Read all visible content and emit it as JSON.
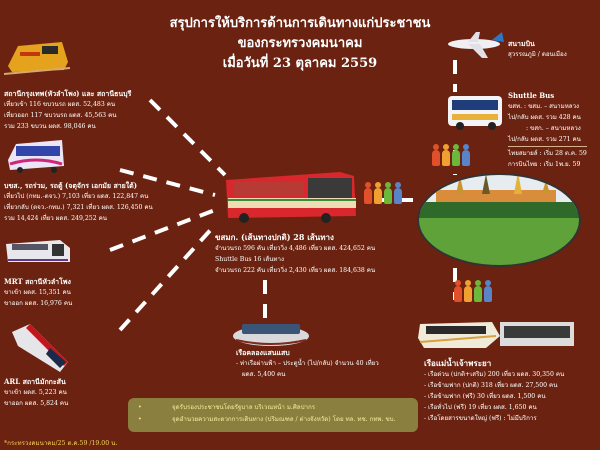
{
  "title": {
    "line1": "สรุปการให้บริการด้านการเดินทางแก่ประชาชน",
    "line2": "ของกระทรวงคมนาคม",
    "line3": "เมื่อวันที่ 23 ตุลาคม 2559"
  },
  "colors": {
    "background": "#6b2210",
    "note_box": "#8a7f3f",
    "note_text": "#f3eb9b",
    "footer_text": "#f2d35a",
    "people": [
      "#e0502a",
      "#f0a030",
      "#6cb83a",
      "#5a84c8"
    ]
  },
  "train": {
    "icon": "train-icon",
    "heading": "สถานีกรุงเทพ(หัวลำโพง) และ สถานีธนบุรี",
    "lines": [
      "เที่ยวเข้า 116 ขบวนรถ ผดส. 52,483 คน",
      "เที่ยวออก 117 ขบวนรถ ผดส. 45,563 คน",
      "รวม 233 ขบวน ผดส. 98,046 คน"
    ]
  },
  "intercity_bus": {
    "icon": "coach-bus-icon",
    "heading": "บขส., รถร่วม, รถตู้ (จตุจักร เอกมัย สายใต้)",
    "lines": [
      "เที่ยวไป (กทม.-ตจว.) 7,103 เที่ยว ผดส. 122,847 คน",
      "เที่ยวกลับ (ตจว.-กทม.) 7,321 เที่ยว ผดส. 126,450 คน",
      "รวม 14,424 เที่ยว ผดส. 249,252 คน"
    ]
  },
  "mrt": {
    "icon": "subway-train-icon",
    "heading": "MRT สถานีหัวลำโพง",
    "lines": [
      "ขาเข้า ผดส. 15,351 คน",
      "ขาออก ผดส. 16,976 คน"
    ]
  },
  "arl": {
    "icon": "airport-rail-link-icon",
    "heading": "ARL สถานีมักกะสัน",
    "lines": [
      "ขาเข้า ผดส. 5,223 คน",
      "ขาออก ผดส. 5,824 คน"
    ]
  },
  "bmta": {
    "icon": "city-bus-icon",
    "heading": "ขสมก. (เส้นทางปกติ) 28 เส้นทาง",
    "lines": [
      "จำนวนรถ 596 คัน เที่ยววิ่ง 4,486 เที่ยว ผดส. 424,652 คน",
      "Shuttle Bus 16 เส้นทาง",
      "จำนวนรถ 222 คัน เที่ยววิ่ง 2,430 เที่ยว ผดส. 184,638 คน"
    ]
  },
  "canal_boat": {
    "icon": "canal-boat-icon",
    "heading": "เรือคลองแสนแสบ",
    "lines": [
      "- ท่าเรือผ่านฟ้า – ประตูน้ำ (ไป/กลับ) จำนวน 40 เที่ยว",
      "ผดส. 5,400 คน"
    ]
  },
  "airport": {
    "icon": "airplane-icon",
    "heading": "สนามบิน",
    "sub": "สุวรรณภูมิ / ดอนเมือง"
  },
  "shuttle": {
    "icon": "shuttle-bus-icon",
    "heading": "Shuttle Bus",
    "lines": [
      "ขสท. : ขสม. – สนามหลวง",
      "ไป/กลับ ผดส. รวม 428 คน",
      ": ขสก. – สนามหลวง",
      "ไป/กลับ ผดส. รวม 271 คน",
      "ไทยสมายล์ : เริ่ม 28 ต.ค. 59",
      "การบินไทย : เริ่ม 1พ.ย. 59"
    ]
  },
  "center": {
    "image": "grand-palace-sanam-luang-image"
  },
  "river_boat": {
    "icon": "river-boat-icon",
    "heading": "เรือแม่น้ำเจ้าพระยา",
    "lines": [
      "- เรือด่วน (ปกติ+เสริม) 200 เที่ยว ผดส. 30,350 คน",
      "- เรือข้ามฟาก (ปกติ) 318 เที่ยว ผดส. 27,500 คน",
      "- เรือข้ามฟาก (ฟรี) 30 เที่ยว ผดส. 1,500 คน",
      "- เรือทั่วไป (ฟรี) 19 เที่ยว ผดส. 1,650 คน",
      "- เรือโดยสารขนาดใหญ่ (ฟรี) : ไม่มีบริการ"
    ]
  },
  "notes": [
    "จุดรับรองประชาชนโดยรัฐบาล บริเวณหน้า ม.ศิลปากร",
    "จุดอำนวยความสะดวกการเดินทาง (ปริมณฑล / ต่างจังหวัด) โดย ทล. ทช. กทพ. ขบ."
  ],
  "footer": "*กระทรวงคมนาคม/25 ต.ค.59 /19.00 น."
}
